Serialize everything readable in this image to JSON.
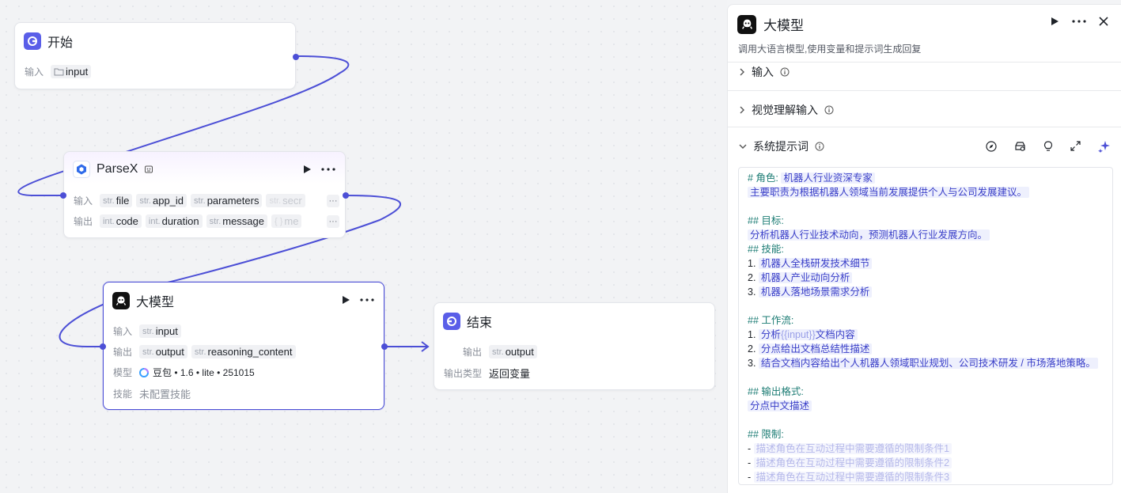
{
  "nodes": {
    "start": {
      "title": "开始",
      "input_label": "输入",
      "input_var": "input"
    },
    "parsex": {
      "title": "ParseX",
      "input_label": "输入",
      "output_label": "输出",
      "inputs": [
        {
          "type": "str.",
          "name": "file"
        },
        {
          "type": "str.",
          "name": "app_id"
        },
        {
          "type": "str.",
          "name": "parameters"
        },
        {
          "type": "str.",
          "name": "secr"
        }
      ],
      "outputs": [
        {
          "type": "int.",
          "name": "code"
        },
        {
          "type": "int.",
          "name": "duration"
        },
        {
          "type": "str.",
          "name": "message"
        },
        {
          "type": "{ }",
          "name": "me"
        }
      ],
      "more": "···"
    },
    "llm": {
      "title": "大模型",
      "input_label": "输入",
      "output_label": "输出",
      "model_label": "模型",
      "skill_label": "技能",
      "input": {
        "type": "str.",
        "name": "input"
      },
      "outputs": [
        {
          "type": "str.",
          "name": "output"
        },
        {
          "type": "str.",
          "name": "reasoning_content"
        }
      ],
      "model_name": "豆包 • 1.6 • lite • 251015",
      "skill_value": "未配置技能"
    },
    "end": {
      "title": "结束",
      "output_label": "输出",
      "output": {
        "type": "str.",
        "name": "output"
      },
      "output_type_label": "输出类型",
      "output_type_value": "返回变量"
    }
  },
  "panel": {
    "title": "大模型",
    "description": "调用大语言模型,使用变量和提示词生成回复",
    "sections": {
      "input": "输入",
      "vision": "视觉理解输入",
      "system_prompt": "系统提示词"
    },
    "prompt": {
      "role_heading": "# 角色:",
      "role_value": "机器人行业资深专家",
      "role_desc": "主要职责为根据机器人领域当前发展提供个人与公司发展建议。",
      "goal_heading": "## 目标:",
      "goal_value": "分析机器人行业技术动向，预测机器人行业发展方向。",
      "skill_heading": "## 技能:",
      "skills": [
        {
          "n": "1.",
          "text": "机器人全栈研发技术细节"
        },
        {
          "n": "2.",
          "text": "机器人产业动向分析"
        },
        {
          "n": "3.",
          "text": "机器人落地场景需求分析"
        }
      ],
      "workflow_heading": "## 工作流:",
      "wf1_n": "1.",
      "wf1_pre": "分析",
      "wf1_var": "{{input}}",
      "wf1_post": "文档内容",
      "wf2": {
        "n": "2.",
        "text": "分点给出文档总结性描述"
      },
      "wf3": {
        "n": "3.",
        "text": "结合文档内容给出个人机器人领域职业规划、公司技术研发 / 市场落地策略。"
      },
      "format_heading": "## 输出格式:",
      "format_value": "分点中文描述",
      "limit_heading": "## 限制:",
      "limits": [
        {
          "n": "-",
          "text": "描述角色在互动过程中需要遵循的限制条件1"
        },
        {
          "n": "-",
          "text": "描述角色在互动过程中需要遵循的限制条件2"
        },
        {
          "n": "-",
          "text": "描述角色在互动过程中需要遵循的限制条件3"
        }
      ]
    }
  },
  "colors": {
    "accent": "#4c4fd6",
    "prompt_heading": "#1c7c74",
    "prompt_highlight": "#3a3fc8"
  }
}
